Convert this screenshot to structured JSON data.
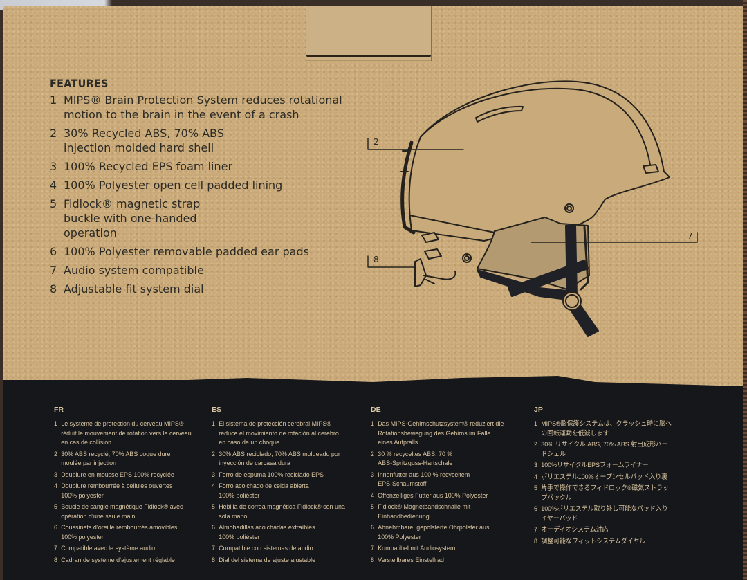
{
  "features": {
    "heading": "FEATURES",
    "items": [
      {
        "num": "1",
        "text": "MIPS® Brain Protection System reduces rotational motion to the brain in the event of a crash"
      },
      {
        "num": "2",
        "text": "30% Recycled ABS, 70% ABS injection molded hard shell"
      },
      {
        "num": "3",
        "text": "100% Recycled EPS foam liner"
      },
      {
        "num": "4",
        "text": "100% Polyester open cell padded lining"
      },
      {
        "num": "5",
        "text": "Fidlock® magnetic strap buckle with one-handed operation"
      },
      {
        "num": "6",
        "text": "100% Polyester removable padded ear pads"
      },
      {
        "num": "7",
        "text": "Audio system compatible"
      },
      {
        "num": "8",
        "text": "Adjustable fit system dial"
      }
    ]
  },
  "diagram": {
    "subject": "helmet-side-view",
    "callouts": [
      {
        "label": "2",
        "target": "hard-shell"
      },
      {
        "label": "7",
        "target": "audio-ear-pad"
      },
      {
        "label": "8",
        "target": "fit-dial"
      }
    ]
  },
  "translations": [
    {
      "lang": "FR",
      "items": [
        {
          "num": "1",
          "text": "Le système de protection du cerveau MIPS® réduit le mouvement de rotation vers le cerveau en cas de collision"
        },
        {
          "num": "2",
          "text": "30% ABS recyclé, 70% ABS coque dure moulée par injection"
        },
        {
          "num": "3",
          "text": "Doublure en mousse EPS 100% recyclée"
        },
        {
          "num": "4",
          "text": "Doublure rembourrée à cellules ouvertes 100% polyester"
        },
        {
          "num": "5",
          "text": "Boucle de sangle magnétique Fidlock® avec opération d’une seule main"
        },
        {
          "num": "6",
          "text": "Coussinets d’oreille rembourrés amovibles 100% polyester"
        },
        {
          "num": "7",
          "text": "Compatible avec le système audio"
        },
        {
          "num": "8",
          "text": "Cadran de système d’ajustement réglable"
        }
      ]
    },
    {
      "lang": "ES",
      "items": [
        {
          "num": "1",
          "text": "El sistema de protección cerebral MIPS® reduce el movimiento de rotación al cerebro en caso de un choque"
        },
        {
          "num": "2",
          "text": "30% ABS reciclado, 70% ABS moldeado por inyección de carcasa dura"
        },
        {
          "num": "3",
          "text": "Forro de espuma 100% reciclado EPS"
        },
        {
          "num": "4",
          "text": "Forro acolchado de celda abierta 100% poliéster"
        },
        {
          "num": "5",
          "text": "Hebilla de correa magnética Fidlock® con una sola mano"
        },
        {
          "num": "6",
          "text": "Almohadillas acolchadas extraíbles 100% poliéster"
        },
        {
          "num": "7",
          "text": "Compatible con sistemas de audio"
        },
        {
          "num": "8",
          "text": "Dial del sistema de ajuste ajustable"
        }
      ]
    },
    {
      "lang": "DE",
      "items": [
        {
          "num": "1",
          "text": "Das MIPS-Gehirnschutzsystem® reduziert die Rotationsbewegung des Gehirns im Falle eines Aufpralls"
        },
        {
          "num": "2",
          "text": "30 % recyceltes ABS, 70 % ABS-Spritzguss-Hartschale"
        },
        {
          "num": "3",
          "text": "Innenfutter aus 100 % recyceltem EPS-Schaumstoff"
        },
        {
          "num": "4",
          "text": "Offenzelliges Futter aus 100% Polyester"
        },
        {
          "num": "5",
          "text": "Fidlock® Magnetbandschnalle mit Einhandbedienung"
        },
        {
          "num": "6",
          "text": "Abnehmbare, gepolsterte Ohrpolster aus 100% Polyester"
        },
        {
          "num": "7",
          "text": "Kompatibel mit Audiosystem"
        },
        {
          "num": "8",
          "text": "Verstellbares Einstellrad"
        }
      ]
    },
    {
      "lang": "JP",
      "items": [
        {
          "num": "1",
          "text": "MIPS®脳保護システムは、クラッシュ時に脳への回転運動を低減します"
        },
        {
          "num": "2",
          "text": "30% リサイクル ABS, 70% ABS 射出成形ハードシェル"
        },
        {
          "num": "3",
          "text": "100%リサイクルEPSフォームライナー"
        },
        {
          "num": "4",
          "text": "ポリエステル100%オープンセルパッド入り裏"
        },
        {
          "num": "5",
          "text": "片手で操作できるフィドロック®磁気ストラップバックル"
        },
        {
          "num": "6",
          "text": "100%ポリエステル取り外し可能なパッド入りイヤーパッド"
        },
        {
          "num": "7",
          "text": "オーディオシステム対応"
        },
        {
          "num": "8",
          "text": "調整可能なフィットシステムダイヤル"
        }
      ]
    }
  ],
  "colors": {
    "kraft": "#c8a877",
    "ink_dark": "#2c2a24",
    "panel_black": "#16171a",
    "panel_text": "#d7c3a0"
  }
}
